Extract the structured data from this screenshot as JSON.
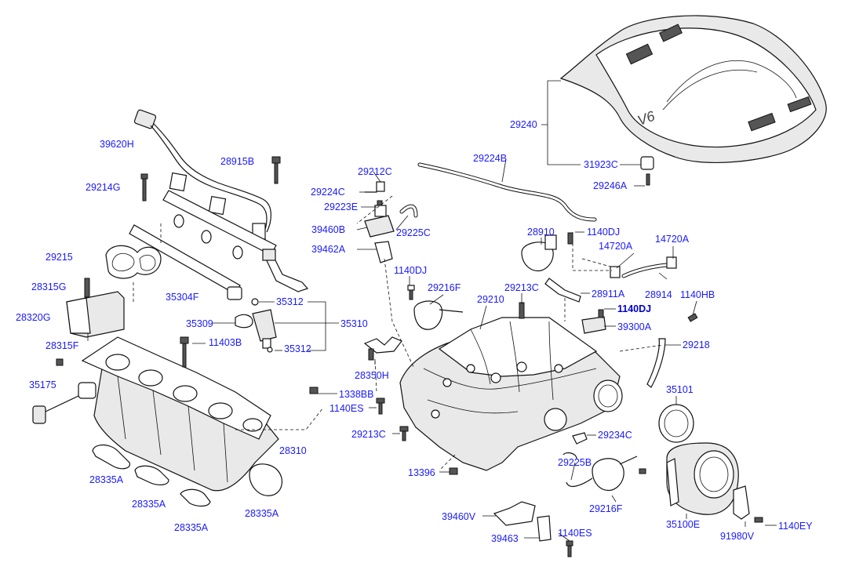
{
  "diagram_labels": [
    {
      "id": "l_29240",
      "text": "29240"
    },
    {
      "id": "l_31923C",
      "text": "31923C"
    },
    {
      "id": "l_29246A",
      "text": "29246A"
    },
    {
      "id": "l_39620H",
      "text": "39620H"
    },
    {
      "id": "l_28915B",
      "text": "28915B"
    },
    {
      "id": "l_29214G",
      "text": "29214G"
    },
    {
      "id": "l_29212C",
      "text": "29212C"
    },
    {
      "id": "l_29224B",
      "text": "29224B"
    },
    {
      "id": "l_29224C",
      "text": "29224C"
    },
    {
      "id": "l_29223E",
      "text": "29223E"
    },
    {
      "id": "l_39460B",
      "text": "39460B"
    },
    {
      "id": "l_29225C",
      "text": "29225C"
    },
    {
      "id": "l_39462A",
      "text": "39462A"
    },
    {
      "id": "l_28910",
      "text": "28910"
    },
    {
      "id": "l_1140DJ_a",
      "text": "1140DJ"
    },
    {
      "id": "l_14720A_a",
      "text": "14720A"
    },
    {
      "id": "l_14720A_b",
      "text": "14720A"
    },
    {
      "id": "l_29215",
      "text": "29215"
    },
    {
      "id": "l_28315G",
      "text": "28315G"
    },
    {
      "id": "l_35304F",
      "text": "35304F"
    },
    {
      "id": "l_1140DJ_b",
      "text": "1140DJ"
    },
    {
      "id": "l_29216F_a",
      "text": "29216F"
    },
    {
      "id": "l_29213C_a",
      "text": "29213C"
    },
    {
      "id": "l_29210",
      "text": "29210"
    },
    {
      "id": "l_28911A",
      "text": "28911A"
    },
    {
      "id": "l_28914",
      "text": "28914"
    },
    {
      "id": "l_1140HB",
      "text": "1140HB"
    },
    {
      "id": "l_28320G",
      "text": "28320G"
    },
    {
      "id": "l_35312_a",
      "text": "35312"
    },
    {
      "id": "l_35309",
      "text": "35309"
    },
    {
      "id": "l_35310",
      "text": "35310"
    },
    {
      "id": "l_1140DJ_c",
      "text": "1140DJ"
    },
    {
      "id": "l_39300A",
      "text": "39300A"
    },
    {
      "id": "l_29218",
      "text": "29218"
    },
    {
      "id": "l_28315F",
      "text": "28315F"
    },
    {
      "id": "l_11403B",
      "text": "11403B"
    },
    {
      "id": "l_35312_b",
      "text": "35312"
    },
    {
      "id": "l_28350H",
      "text": "28350H"
    },
    {
      "id": "l_35175",
      "text": "35175"
    },
    {
      "id": "l_1338BB",
      "text": "1338BB"
    },
    {
      "id": "l_1140ES_a",
      "text": "1140ES"
    },
    {
      "id": "l_35101",
      "text": "35101"
    },
    {
      "id": "l_29213C_b",
      "text": "29213C"
    },
    {
      "id": "l_29234C",
      "text": "29234C"
    },
    {
      "id": "l_28310",
      "text": "28310"
    },
    {
      "id": "l_29225B",
      "text": "29225B"
    },
    {
      "id": "l_13396",
      "text": "13396"
    },
    {
      "id": "l_28335A_a",
      "text": "28335A"
    },
    {
      "id": "l_28335A_b",
      "text": "28335A"
    },
    {
      "id": "l_28335A_c",
      "text": "28335A"
    },
    {
      "id": "l_28335A_d",
      "text": "28335A"
    },
    {
      "id": "l_29216F_b",
      "text": "29216F"
    },
    {
      "id": "l_39460V",
      "text": "39460V"
    },
    {
      "id": "l_35100E",
      "text": "35100E"
    },
    {
      "id": "l_39463",
      "text": "39463"
    },
    {
      "id": "l_1140ES_b",
      "text": "1140ES"
    },
    {
      "id": "l_91980V",
      "text": "91980V"
    },
    {
      "id": "l_1140EY",
      "text": "1140EY"
    }
  ],
  "colors": {
    "label": "#1a1aff",
    "label_highlight": "#0000cc",
    "line": "#111111"
  },
  "cover_badge": "V6"
}
